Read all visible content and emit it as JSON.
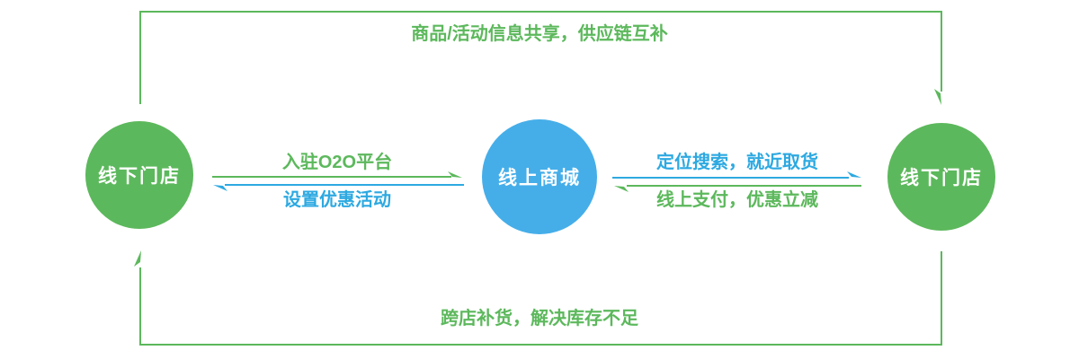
{
  "colors": {
    "green": "#5cb85c",
    "blue_node": "#45aee9",
    "blue_line": "#2da9e1",
    "node_text": "#ffffff",
    "background": "#ffffff"
  },
  "nodes": {
    "left": {
      "label": "线下门店"
    },
    "center": {
      "label": "线上商城"
    },
    "right": {
      "label": "线下门店"
    }
  },
  "flows": {
    "top_loop": {
      "label": "商品/活动信息共享，供应链互补",
      "direction": "left-store-to-right-store-over-top"
    },
    "bottom_loop": {
      "label": "跨店补货，解决库存不足",
      "direction": "right-store-to-left-store-under-bottom"
    },
    "left_to_center": {
      "label": "入驻O2O平台"
    },
    "center_to_left": {
      "label": "设置优惠活动"
    },
    "center_to_right": {
      "label": "定位搜索，就近取货"
    },
    "right_to_center": {
      "label": "线上支付，优惠立减"
    }
  }
}
